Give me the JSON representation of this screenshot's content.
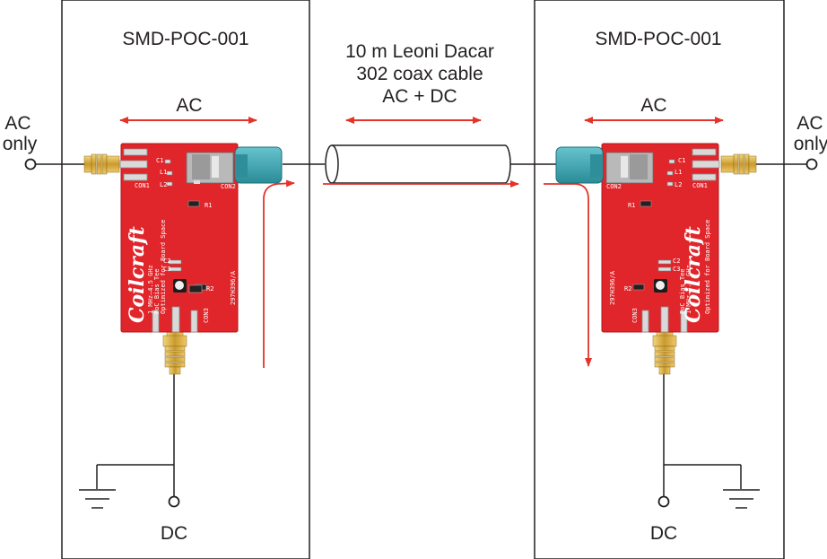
{
  "left_board": {
    "title": "SMD-POC-001",
    "ac_label": "AC",
    "port_label_line1": "AC",
    "port_label_line2": "only",
    "dc_label": "DC"
  },
  "right_board": {
    "title": "SMD-POC-001",
    "ac_label": "AC",
    "port_label_line1": "AC",
    "port_label_line2": "only",
    "dc_label": "DC"
  },
  "cable": {
    "line1": "10 m Leoni Dacar",
    "line2": "302 coax cable",
    "line3": "AC + DC"
  },
  "pcb": {
    "logo": "Coilcraft",
    "part_no": "297H396/A",
    "desc1": "1 MHz–4.5 GHz",
    "desc2": "PoC Bias Tee",
    "desc3": "Optimized for Board Space",
    "con1": "CON1",
    "con2": "CON2",
    "con3": "CON3",
    "c1": "C1",
    "c2": "C2",
    "c3": "C3",
    "l1": "L1",
    "l2": "L2",
    "r1": "R1",
    "r2": "R2"
  },
  "colors": {
    "pcb_red": "#e0262b",
    "arrow_red": "#e5332a",
    "connector_teal": "#3fa9b5",
    "gold": "#d4a03a",
    "line": "#231f20"
  }
}
